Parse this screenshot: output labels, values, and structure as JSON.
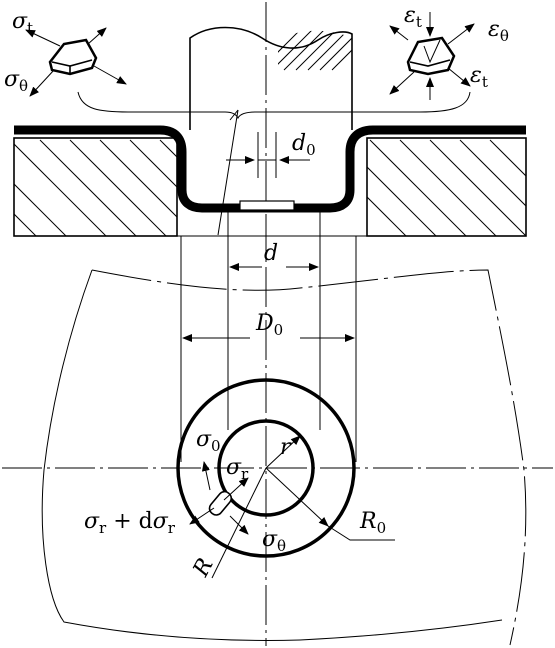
{
  "labels": {
    "sigma_t": {
      "sym": "σ",
      "sub": "t"
    },
    "sigma_theta_top": {
      "sym": "σ",
      "sub": "θ"
    },
    "eps_t_top": {
      "sym": "ε",
      "sub": "t"
    },
    "eps_theta": {
      "sym": "ε",
      "sub": "θ"
    },
    "eps_t_right": {
      "sym": "ε",
      "sub": "t"
    },
    "d0": {
      "sym": "d",
      "sub": "0"
    },
    "d": {
      "sym": "d"
    },
    "D0": {
      "sym": "D",
      "sub": "0"
    },
    "r": {
      "sym": "r"
    },
    "sigma_0": {
      "sym": "σ",
      "sub": "0"
    },
    "sigma_r": {
      "sym": "σ",
      "sub": "r"
    },
    "sigma_r_plus": {
      "sym1": "σ",
      "sub1": "r",
      "plus": " + d",
      "sym2": "σ",
      "sub2": "r"
    },
    "R0": {
      "sym": "R",
      "sub": "0"
    },
    "sigma_theta_bottom": {
      "sym": "σ",
      "sub": "θ"
    },
    "R": {
      "sym": "R"
    }
  }
}
